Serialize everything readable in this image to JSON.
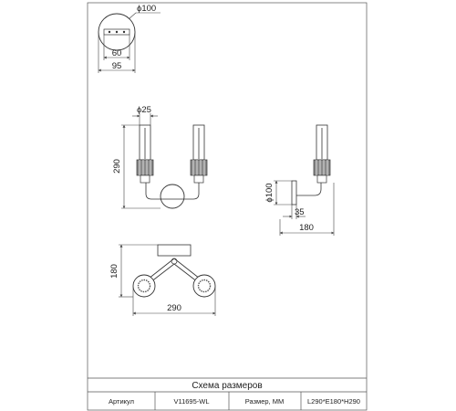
{
  "dimensions": {
    "top_disc_diameter": "ϕ100",
    "top_plate_width": "60",
    "top_overall_width": "95",
    "front_tube_diameter": "ϕ25",
    "front_height": "290",
    "side_disc_diameter": "ϕ100",
    "side_disc_depth": "35",
    "side_projection": "180",
    "bottom_depth": "180",
    "bottom_width": "290"
  },
  "title_block": {
    "title": "Схема размеров",
    "article_label": "Артикул",
    "article_value": "V11695-WL",
    "size_label": "Размер, ММ",
    "size_value": "L290*E180*H290"
  }
}
